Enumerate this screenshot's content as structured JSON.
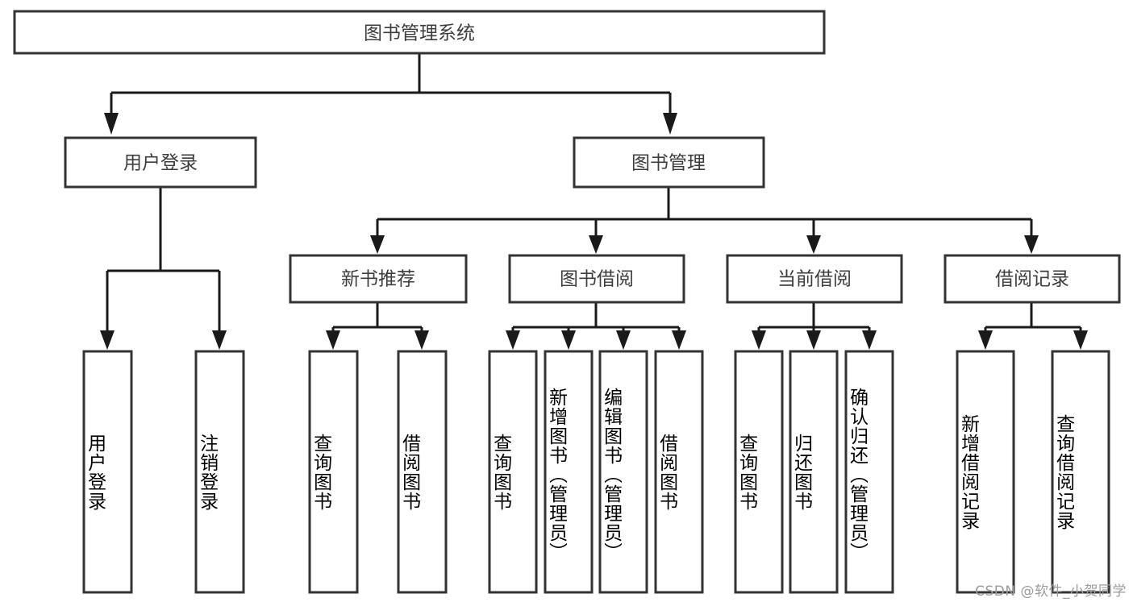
{
  "diagram": {
    "title": "图书管理系统",
    "type": "tree",
    "orientation": "top-down",
    "background_color": "#ffffff",
    "box_stroke_color": "#333333",
    "connector_color": "#1a1a1a",
    "text_color": "#3d3d3d"
  },
  "nodes": {
    "root": {
      "label": "图书管理系统",
      "level": 0
    },
    "level1": [
      {
        "id": "user-login",
        "label": "用户登录"
      },
      {
        "id": "book-manage",
        "label": "图书管理"
      }
    ],
    "level2": [
      {
        "id": "new-book-recommend",
        "label": "新书推荐",
        "parent": "book-manage"
      },
      {
        "id": "book-borrow",
        "label": "图书借阅",
        "parent": "book-manage"
      },
      {
        "id": "current-borrow",
        "label": "当前借阅",
        "parent": "book-manage"
      },
      {
        "id": "borrow-record",
        "label": "借阅记录",
        "parent": "book-manage"
      }
    ],
    "leaves": {
      "user-login": [
        {
          "id": "leaf-user-login",
          "label": "用户登录"
        },
        {
          "id": "leaf-logout-login",
          "label": "注销登录"
        }
      ],
      "new-book-recommend": [
        {
          "id": "leaf-query-book-1",
          "label": "查询图书"
        },
        {
          "id": "leaf-borrow-book-1",
          "label": "借阅图书"
        }
      ],
      "book-borrow": [
        {
          "id": "leaf-query-book-2",
          "label": "查询图书"
        },
        {
          "id": "leaf-add-book",
          "label": "新增图书（管理员）"
        },
        {
          "id": "leaf-edit-book",
          "label": "编辑图书（管理员）"
        },
        {
          "id": "leaf-borrow-book-2",
          "label": "借阅图书"
        }
      ],
      "current-borrow": [
        {
          "id": "leaf-query-book-3",
          "label": "查询图书"
        },
        {
          "id": "leaf-return-book",
          "label": "归还图书"
        },
        {
          "id": "leaf-confirm-return",
          "label": "确认归还（管理员）"
        }
      ],
      "borrow-record": [
        {
          "id": "leaf-add-borrow-record",
          "label": "新增借阅记录"
        },
        {
          "id": "leaf-query-borrow-record",
          "label": "查询借阅记录"
        }
      ]
    }
  },
  "watermark": {
    "text": "CSDN @软件_小贺同学"
  }
}
